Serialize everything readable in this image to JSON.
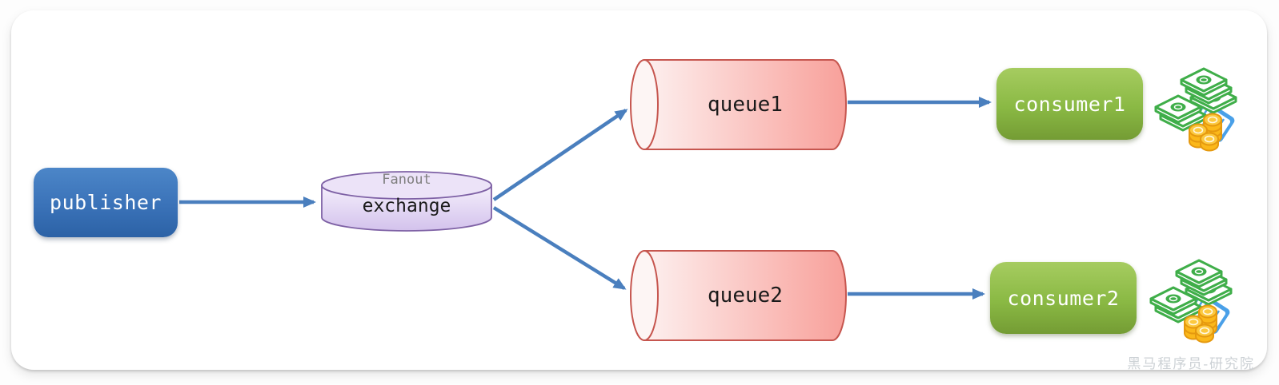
{
  "diagram": {
    "publisher": {
      "label": "publisher"
    },
    "exchange": {
      "kind": "Fanout",
      "label": "exchange"
    },
    "queues": [
      {
        "label": "queue1"
      },
      {
        "label": "queue2"
      }
    ],
    "consumers": [
      {
        "label": "consumer1"
      },
      {
        "label": "consumer2"
      }
    ],
    "watermark": "黑马程序员-研究院"
  },
  "icons": {
    "money": "money-bills-coins-bankcard-icon"
  },
  "colors": {
    "publisher_blue": "#3a72b8",
    "consumer_green": "#8ab944",
    "exchange_purple_border": "#7e61a5",
    "queue_pink_border": "#c6564f",
    "arrow_blue": "#4a7fbe",
    "fanout_label_gray": "#808080",
    "watermark_gray": "#ccd1d5"
  }
}
